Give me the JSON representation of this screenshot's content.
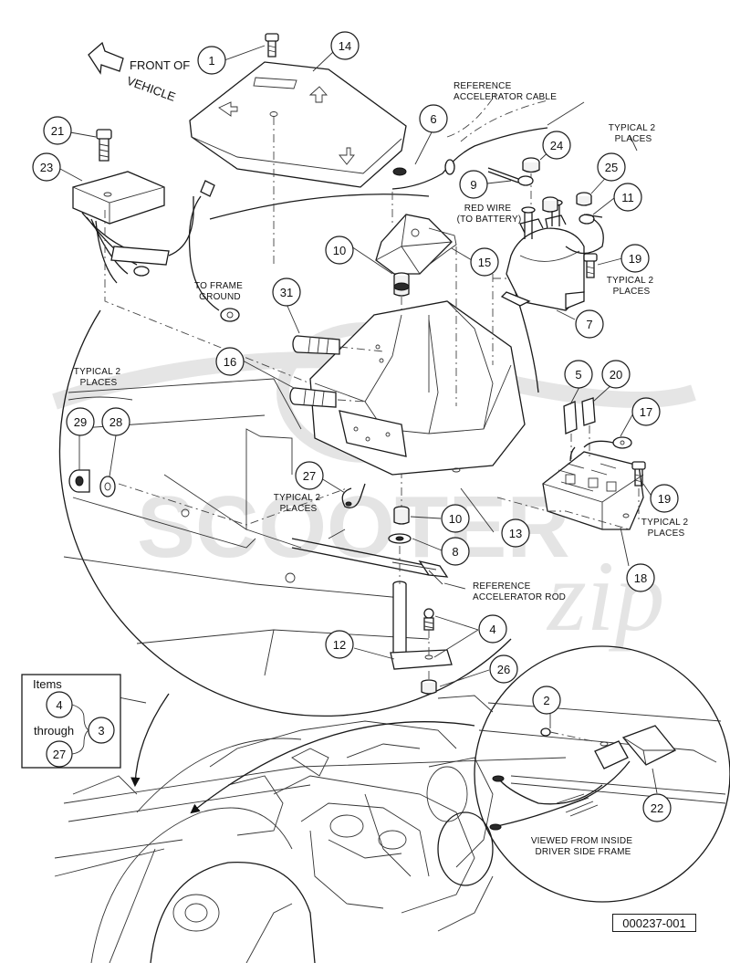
{
  "labels": {
    "front_of_vehicle": [
      "FRONT OF",
      "VEHICLE"
    ],
    "reference_accelerator_cable": [
      "REFERENCE",
      "ACCELERATOR CABLE"
    ],
    "typical_2_places": [
      "TYPICAL 2",
      "PLACES"
    ],
    "red_wire": [
      "RED WIRE",
      "(TO BATTERY)"
    ],
    "to_frame_ground": [
      "TO FRAME",
      "GROUND"
    ],
    "reference_accelerator_rod": [
      "REFERENCE",
      "ACCELERATOR ROD"
    ],
    "viewed_from_inside": [
      "VIEWED FROM INSIDE",
      "DRIVER SIDE FRAME"
    ],
    "items_legend": {
      "title": "Items",
      "start": "4",
      "through": "through",
      "middle": "3",
      "end": "27"
    }
  },
  "callouts": [
    "1",
    "14",
    "21",
    "23",
    "6",
    "24",
    "9",
    "25",
    "11",
    "10",
    "15",
    "19",
    "31",
    "16",
    "7",
    "5",
    "20",
    "17",
    "29",
    "28",
    "27",
    "10",
    "8",
    "13",
    "19",
    "18",
    "4",
    "12",
    "26",
    "2",
    "22"
  ],
  "figure_id": "000237-001"
}
